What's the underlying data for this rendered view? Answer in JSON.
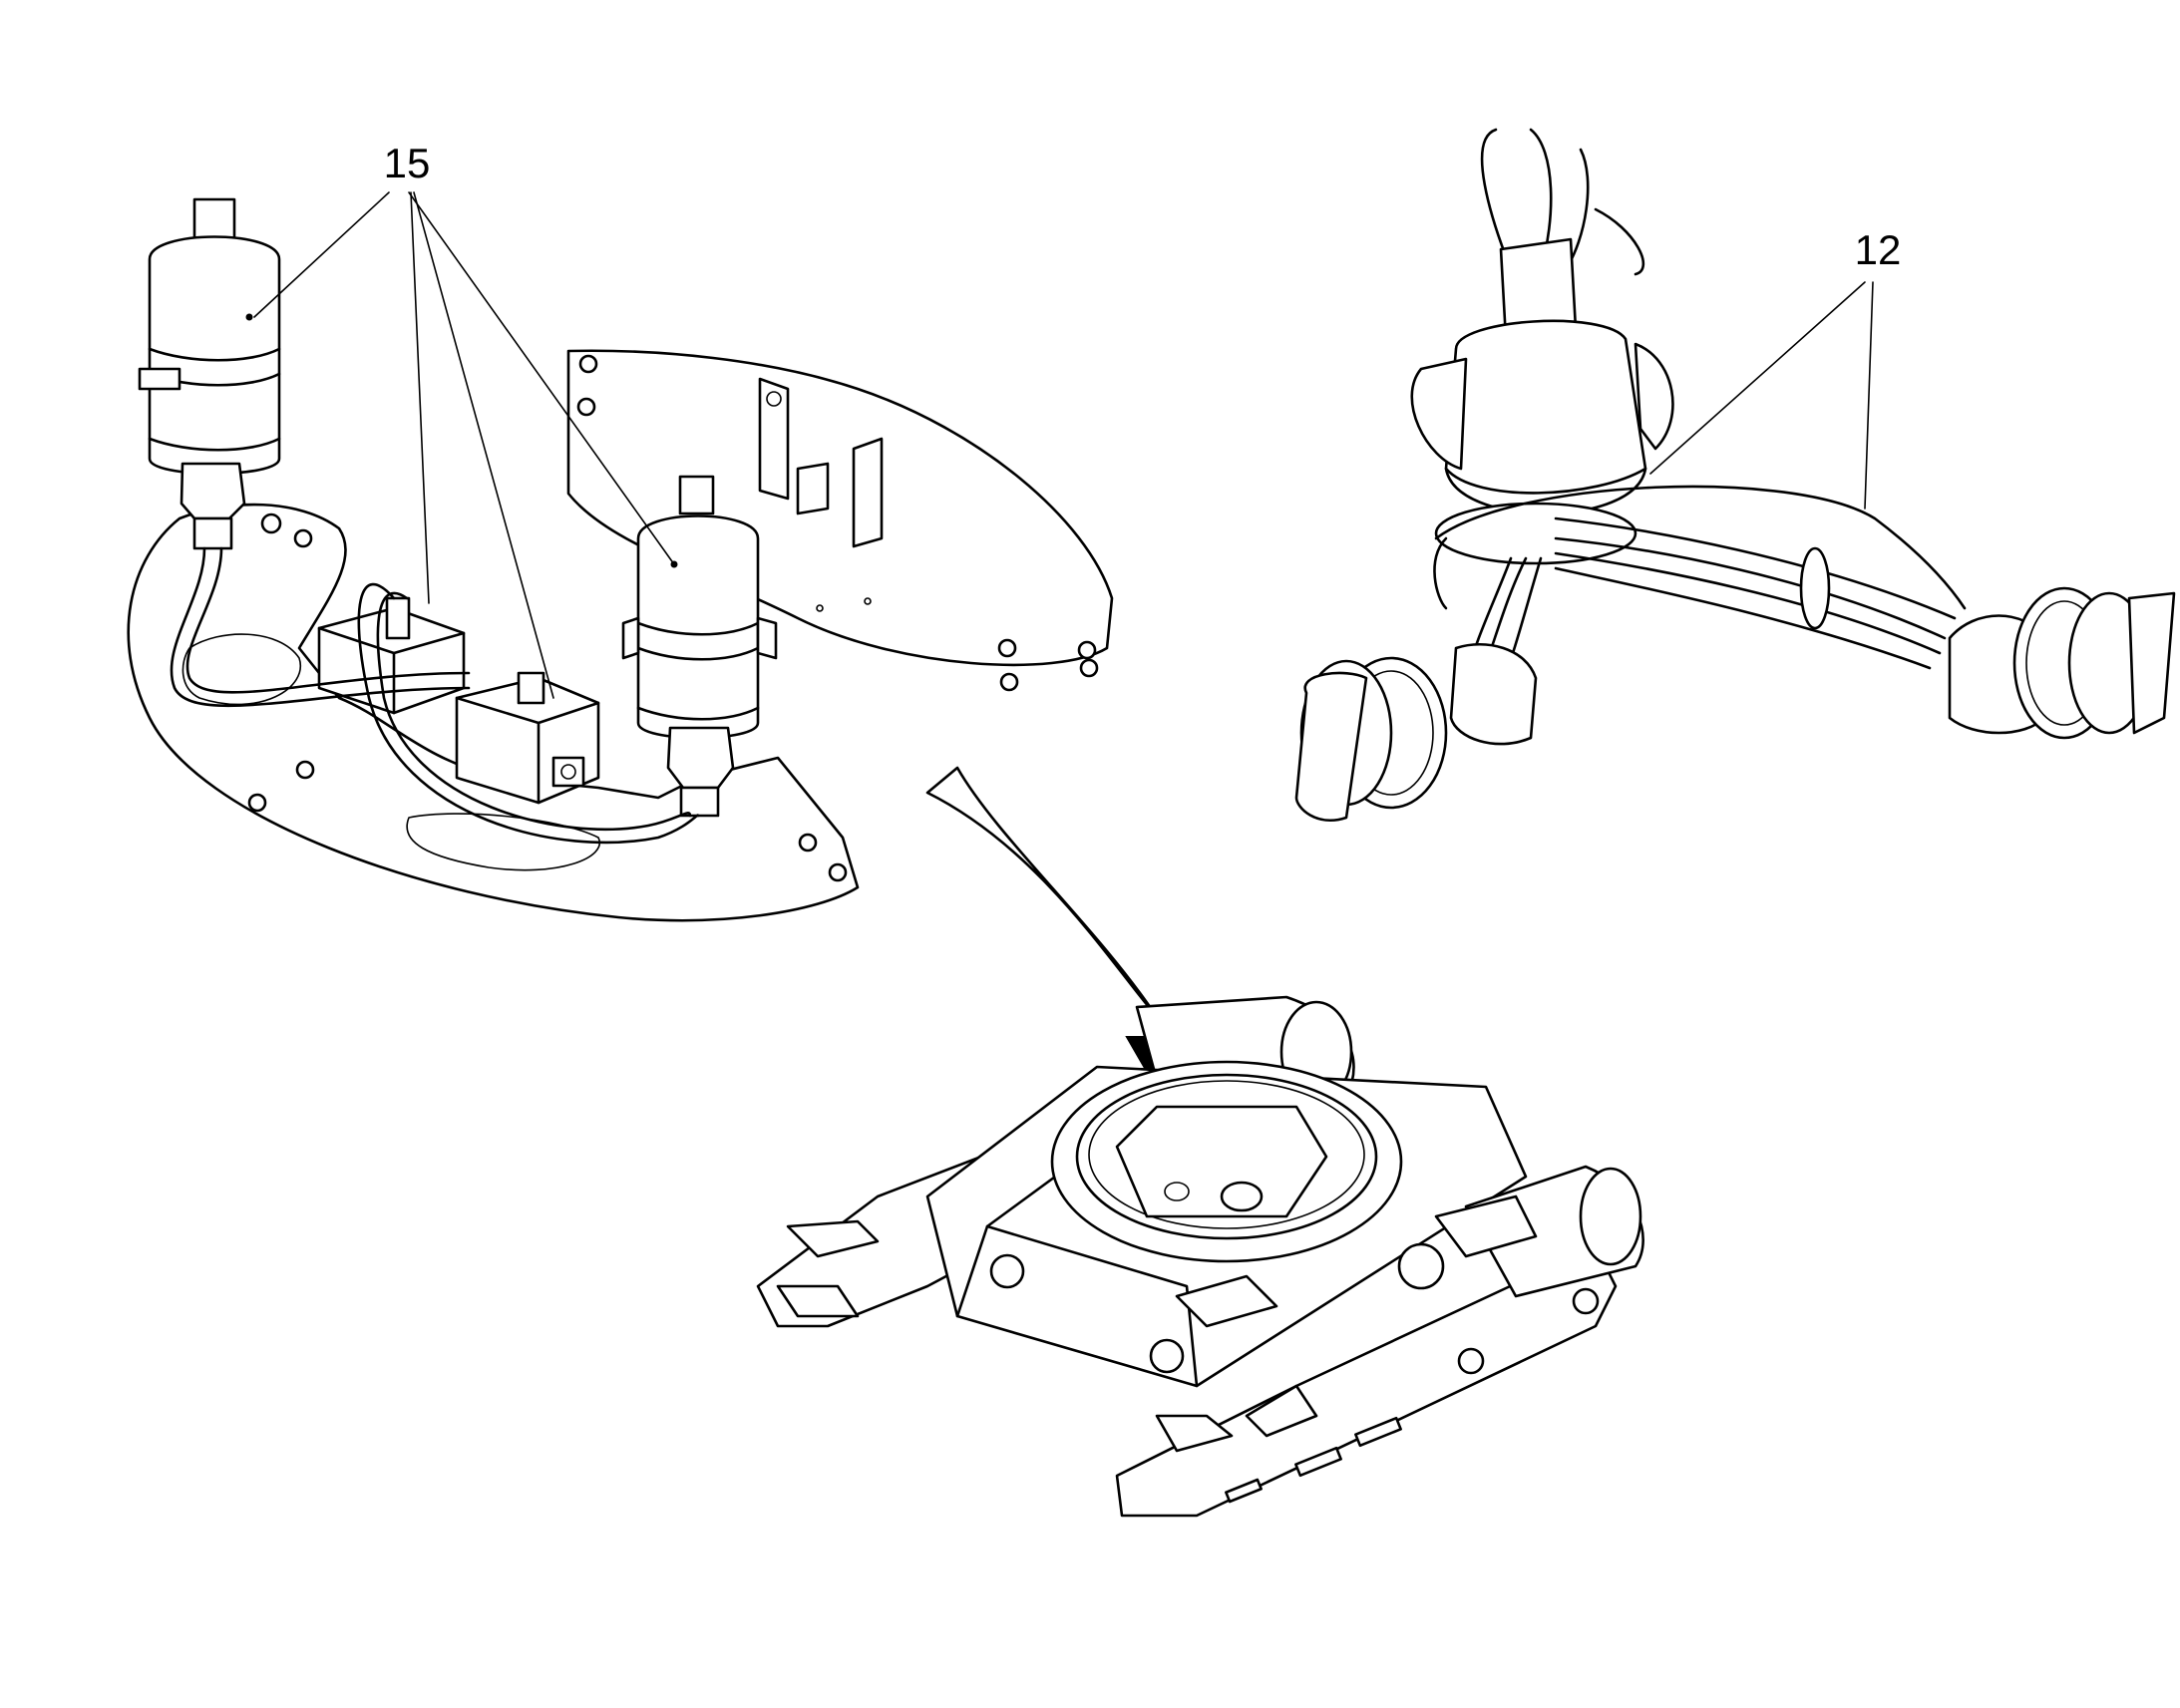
{
  "callouts": [
    {
      "id": "15",
      "label": "15"
    },
    {
      "id": "12",
      "label": "12"
    }
  ],
  "icons": {
    "accumulator_plate": "hydraulic-accumulator-assembly-icon",
    "hose_harness": "slew-ring-hose-harness-icon",
    "undercarriage": "undercarriage-frame-icon",
    "pointer": "location-arrow-icon"
  },
  "colors": {
    "line": "#000000",
    "background": "#ffffff"
  }
}
